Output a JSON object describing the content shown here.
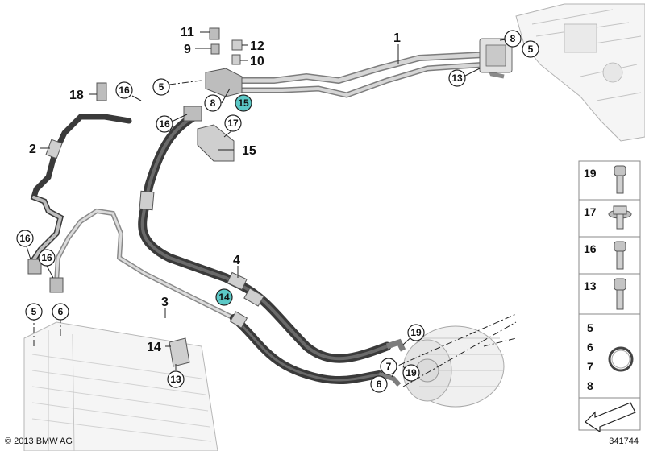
{
  "diagram": {
    "plain_labels": {
      "p1": "1",
      "p2": "2",
      "p3": "3",
      "p4": "4",
      "p9": "9",
      "p10": "10",
      "p11": "11",
      "p12": "12",
      "p14": "14",
      "p15": "15",
      "p18": "18"
    },
    "callouts": {
      "c8a": "8",
      "c5a": "5",
      "c13a": "13",
      "c16a": "16",
      "c5b": "5",
      "c8b": "8",
      "c15": "15",
      "c16b": "16",
      "c17": "17",
      "c16c": "16",
      "c16d": "16",
      "c5c": "5",
      "c6a": "6",
      "c14": "14",
      "c13b": "13",
      "c19a": "19",
      "c7": "7",
      "c19b": "19",
      "c6b": "6"
    },
    "highlight_color": "#5bc8c6"
  },
  "side_panel": {
    "items": [
      {
        "label": "19",
        "icon": "bolt-icon"
      },
      {
        "label": "17",
        "icon": "flange-nut-icon"
      },
      {
        "label": "16",
        "icon": "bolt-icon"
      },
      {
        "label": "13",
        "icon": "bolt-icon"
      }
    ],
    "seal_labels": [
      "5",
      "6",
      "7",
      "8"
    ],
    "seal_icon": "o-ring-icon",
    "arrow_icon": "direction-arrow-icon"
  },
  "footer": {
    "copyright": "© 2013 BMW AG",
    "doc_number": "341744"
  }
}
